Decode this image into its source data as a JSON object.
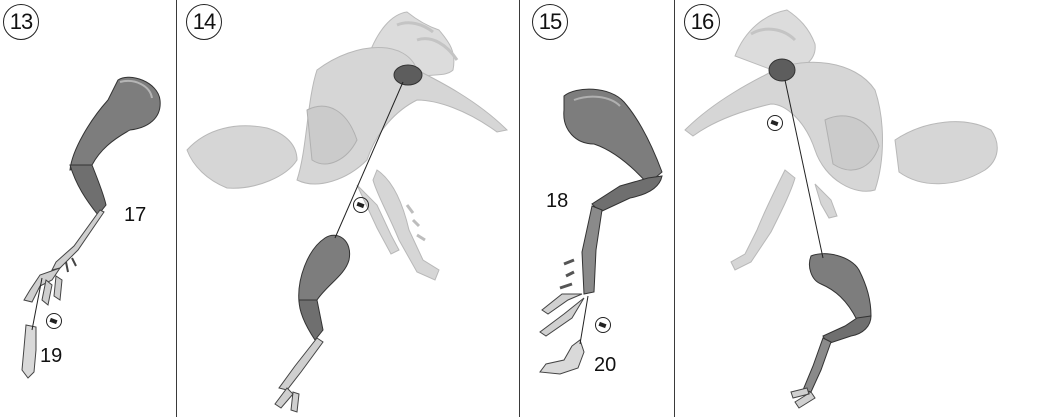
{
  "steps": [
    {
      "number": "13",
      "parts": [
        "17",
        "19"
      ]
    },
    {
      "number": "14",
      "parts": []
    },
    {
      "number": "15",
      "parts": [
        "18",
        "20"
      ]
    },
    {
      "number": "16",
      "parts": []
    }
  ],
  "icons": {
    "glue": "glue-icon"
  },
  "colors": {
    "highlight_part": "#7d7d7d",
    "assembled_model": "#d6d6d6",
    "outline": "#222222"
  }
}
